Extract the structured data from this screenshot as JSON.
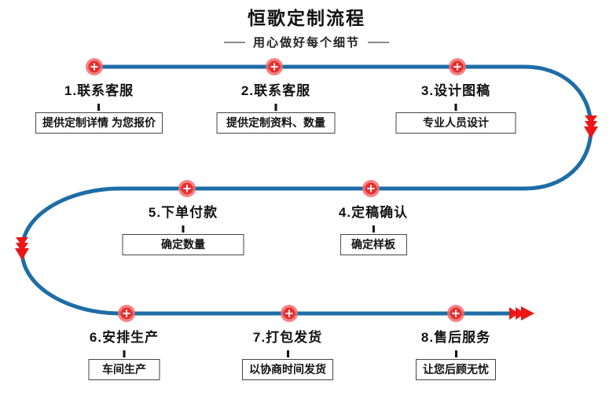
{
  "header": {
    "title": "恒歌定制流程",
    "subtitle": "用心做好每个细节"
  },
  "colors": {
    "line_blue": "#1d6da6",
    "arrow_red": "#ed1515",
    "marker_inner_red": "#e62f2f",
    "marker_halo_red": "#f26d6d",
    "marker_plus_white": "#ffffff",
    "box_border": "#444444",
    "text_black": "#111111"
  },
  "icons": {
    "marker": "plus-circle-icon",
    "turn_arrow": "triple-chevron-down-icon",
    "end_arrow": "triple-chevron-right-icon"
  },
  "steps": [
    {
      "label": "1.联系客服",
      "note": "提供定制详情 为您报价"
    },
    {
      "label": "2.联系客服",
      "note": "提供定制资料、数量"
    },
    {
      "label": "3.设计图稿",
      "note": "专业人员设计"
    },
    {
      "label": "4.定稿确认",
      "note": "确定样板"
    },
    {
      "label": "5.下单付款",
      "note": "确定数量"
    },
    {
      "label": "6.安排生产",
      "note": "车间生产"
    },
    {
      "label": "7.打包发货",
      "note": "以协商时间发货"
    },
    {
      "label": "8.售后服务",
      "note": "让您后顾无忧"
    }
  ]
}
